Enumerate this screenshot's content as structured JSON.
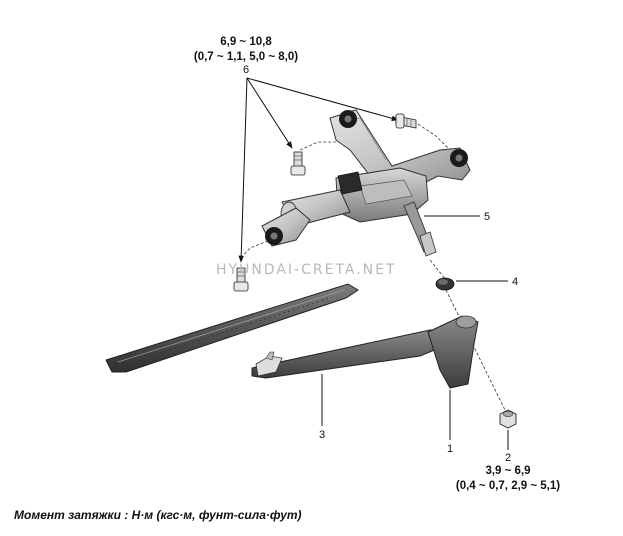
{
  "torque_top": {
    "line1": "6,9 ~ 10,8",
    "line2": "(0,7 ~ 1,1, 5,0 ~ 8,0)"
  },
  "torque_bottom": {
    "line1": "3,9 ~ 6,9",
    "line2": "(0,4 ~ 0,7, 2,9 ~ 5,1)"
  },
  "callouts": {
    "c1": "1",
    "c2": "2",
    "c3": "3",
    "c4": "4",
    "c5": "5",
    "c6": "6"
  },
  "watermark": "HYUNDAI-CRETA.NET",
  "caption": "Момент затяжки : Н·м (кгс·м, фунт-сила·фут)"
}
